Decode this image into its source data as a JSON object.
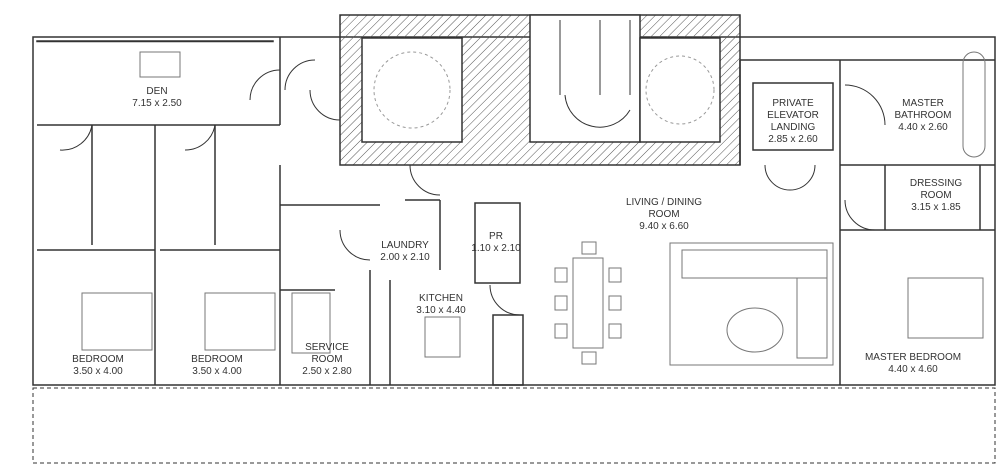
{
  "rooms": {
    "den": {
      "name": "DEN",
      "size": "7.15 x 2.50"
    },
    "bedroom1": {
      "name": "BEDROOM",
      "size": "3.50 x 4.00"
    },
    "bedroom2": {
      "name": "BEDROOM",
      "size": "3.50 x 4.00"
    },
    "service": {
      "name1": "SERVICE",
      "name2": "ROOM",
      "size": "2.50 x 2.80"
    },
    "laundry": {
      "name": "LAUNDRY",
      "size": "2.00 x 2.10"
    },
    "pr": {
      "name": "PR",
      "size": "1.10 x 2.10"
    },
    "kitchen": {
      "name": "KITCHEN",
      "size": "3.10 x 4.40"
    },
    "living": {
      "name1": "LIVING / DINING",
      "name2": "ROOM",
      "size": "9.40 x 6.60"
    },
    "elevator": {
      "name1": "PRIVATE",
      "name2": "ELEVATOR",
      "name3": "LANDING",
      "size": "2.85 x 2.60"
    },
    "master_bath": {
      "name1": "MASTER",
      "name2": "BATHROOM",
      "size": "4.40 x 2.60"
    },
    "dressing": {
      "name1": "DRESSING",
      "name2": "ROOM",
      "size": "3.15 x 1.85"
    },
    "master_bed": {
      "name": "MASTER BEDROOM",
      "size": "4.40 x 4.60"
    }
  },
  "colors": {
    "wall": "#333333",
    "fixture": "#777777",
    "hatch": "#555555"
  }
}
